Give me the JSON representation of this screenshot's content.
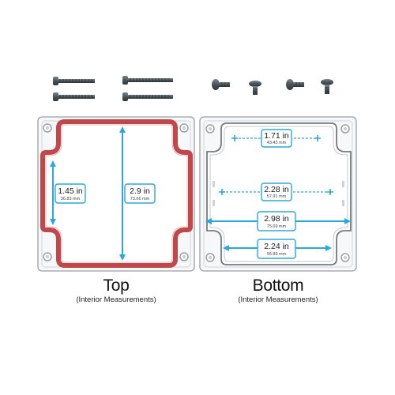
{
  "top": {
    "title": "Top",
    "subtitle": "(Interior Measurements)",
    "height": {
      "in": "1.45 in",
      "mm": "36.83 mm"
    },
    "width": {
      "in": "2.9 in",
      "mm": "73.66 mm"
    }
  },
  "bottom": {
    "title": "Bottom",
    "subtitle": "(Interior Measurements)",
    "measurements": [
      {
        "in": "1.71 in",
        "mm": "43.43 mm"
      },
      {
        "in": "2.28 in",
        "mm": "57.91 mm"
      },
      {
        "in": "2.98 in",
        "mm": "75.69 mm"
      },
      {
        "in": "2.24 in",
        "mm": "56.89 mm"
      }
    ]
  },
  "colors": {
    "accent": "#2aa7dd",
    "gasket": "#c0474a",
    "screw": "#4a545a"
  },
  "icons": [
    "long-screw-icon",
    "short-screw-icon"
  ]
}
